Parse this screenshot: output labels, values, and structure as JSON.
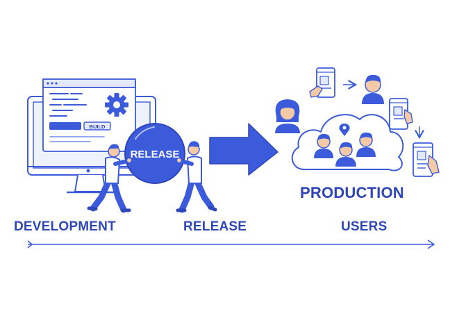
{
  "diagram": {
    "stages": {
      "development": "DEVELOPMENT",
      "release": "RELEASE",
      "users": "USERS"
    },
    "production_label": "PRODUCTION",
    "ball_label": "RELEASE",
    "build_button_label": "BUILD"
  },
  "colors": {
    "primary": "#3b5bdb",
    "dark": "#2f46b8",
    "light": "#e3e9fb",
    "skin": "#f3c9a6",
    "hair": "#3b5bdb"
  }
}
